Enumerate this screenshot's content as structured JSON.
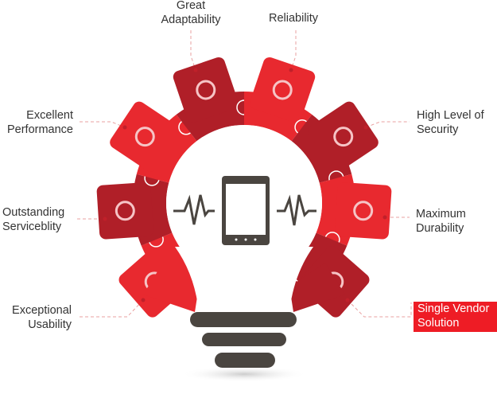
{
  "features": [
    {
      "id": "adaptability",
      "lines": [
        "Great",
        "Adaptability"
      ],
      "icon": "arrows-cross-icon"
    },
    {
      "id": "reliability",
      "lines": [
        "Reliability"
      ],
      "icon": "shield-check-icon"
    },
    {
      "id": "performance",
      "lines": [
        "Excellent",
        "Performance"
      ],
      "icon": "speedometer-icon"
    },
    {
      "id": "security",
      "lines": [
        "High Level of",
        "Security"
      ],
      "icon": "padlock-icon"
    },
    {
      "id": "serviceability",
      "lines": [
        "Outstanding",
        "Serviceblity"
      ],
      "icon": "wrench-screwdriver-icon"
    },
    {
      "id": "durability",
      "lines": [
        "Maximum",
        "Durability"
      ],
      "icon": "chain-link-icon"
    },
    {
      "id": "usability",
      "lines": [
        "Exceptional",
        "Usability"
      ],
      "icon": "gear-check-icon"
    },
    {
      "id": "vendor",
      "lines": [
        "Single Vendor",
        "Solution"
      ],
      "icon": "handshake-person-icon"
    }
  ],
  "colors": {
    "dark": "#b01f28",
    "bright": "#e8292f",
    "base": "#4a4540",
    "line": "#e9a0a0",
    "highlight": "#ee1c25"
  }
}
